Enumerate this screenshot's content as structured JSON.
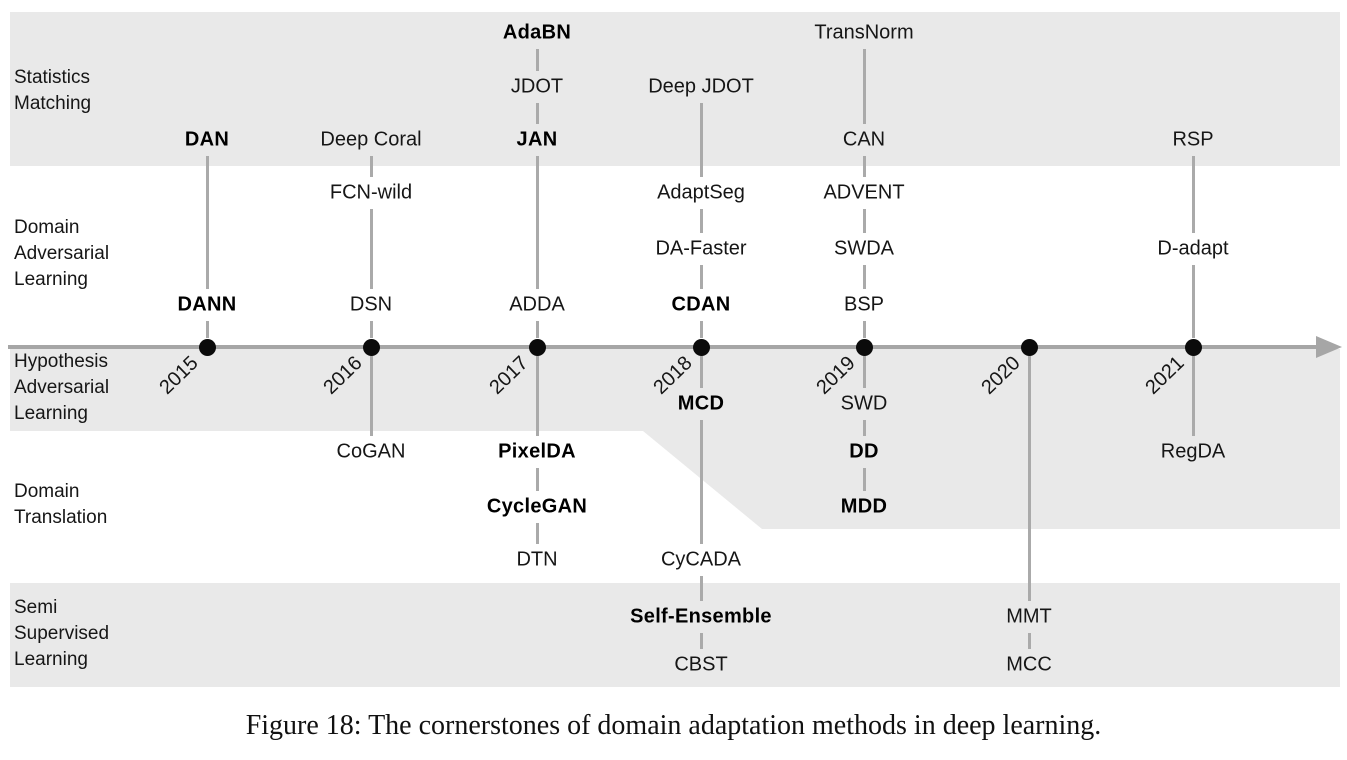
{
  "figure": {
    "caption": "Figure 18: The cornerstones of domain adaptation methods in deep learning."
  },
  "timeline": {
    "years": [
      "2015",
      "2016",
      "2017",
      "2018",
      "2019",
      "2020",
      "2021"
    ]
  },
  "categories": [
    {
      "id": "statistics-matching",
      "label": "Statistics\nMatching"
    },
    {
      "id": "domain-adversarial-learning",
      "label": "Domain\nAdversarial\nLearning"
    },
    {
      "id": "hypothesis-adversarial-learning",
      "label": "Hypothesis\nAdversarial\nLearning"
    },
    {
      "id": "domain-translation",
      "label": "Domain\nTranslation"
    },
    {
      "id": "semi-supervised-learning",
      "label": "Semi\nSupervised\nLearning"
    }
  ],
  "methods": [
    {
      "label": "AdaBN",
      "year": "2017",
      "row": 0,
      "bold": true
    },
    {
      "label": "TransNorm",
      "year": "2019",
      "row": 0,
      "bold": false
    },
    {
      "label": "JDOT",
      "year": "2017",
      "row": 1,
      "bold": false
    },
    {
      "label": "Deep JDOT",
      "year": "2018",
      "row": 1,
      "bold": false
    },
    {
      "label": "DAN",
      "year": "2015",
      "row": 2,
      "bold": true
    },
    {
      "label": "Deep Coral",
      "year": "2016",
      "row": 2,
      "bold": false
    },
    {
      "label": "JAN",
      "year": "2017",
      "row": 2,
      "bold": true
    },
    {
      "label": "CAN",
      "year": "2019",
      "row": 2,
      "bold": false
    },
    {
      "label": "RSP",
      "year": "2021",
      "row": 2,
      "bold": false
    },
    {
      "label": "FCN-wild",
      "year": "2016",
      "row": 3,
      "bold": false
    },
    {
      "label": "AdaptSeg",
      "year": "2018",
      "row": 3,
      "bold": false
    },
    {
      "label": "ADVENT",
      "year": "2019",
      "row": 3,
      "bold": false
    },
    {
      "label": "DA-Faster",
      "year": "2018",
      "row": 4,
      "bold": false
    },
    {
      "label": "SWDA",
      "year": "2019",
      "row": 4,
      "bold": false
    },
    {
      "label": "D-adapt",
      "year": "2021",
      "row": 4,
      "bold": false
    },
    {
      "label": "DANN",
      "year": "2015",
      "row": 5,
      "bold": true
    },
    {
      "label": "DSN",
      "year": "2016",
      "row": 5,
      "bold": false
    },
    {
      "label": "ADDA",
      "year": "2017",
      "row": 5,
      "bold": false
    },
    {
      "label": "CDAN",
      "year": "2018",
      "row": 5,
      "bold": true
    },
    {
      "label": "BSP",
      "year": "2019",
      "row": 5,
      "bold": false
    },
    {
      "label": "MCD",
      "year": "2018",
      "row": 6,
      "bold": true
    },
    {
      "label": "SWD",
      "year": "2019",
      "row": 6,
      "bold": false
    },
    {
      "label": "CoGAN",
      "year": "2016",
      "row": 7,
      "bold": false
    },
    {
      "label": "PixelDA",
      "year": "2017",
      "row": 7,
      "bold": true
    },
    {
      "label": "DD",
      "year": "2019",
      "row": 7,
      "bold": true
    },
    {
      "label": "RegDA",
      "year": "2021",
      "row": 7,
      "bold": false
    },
    {
      "label": "CycleGAN",
      "year": "2017",
      "row": 8,
      "bold": true
    },
    {
      "label": "MDD",
      "year": "2019",
      "row": 8,
      "bold": true
    },
    {
      "label": "DTN",
      "year": "2017",
      "row": 9,
      "bold": false
    },
    {
      "label": "CyCADA",
      "year": "2018",
      "row": 9,
      "bold": false
    },
    {
      "label": "Self-Ensemble",
      "year": "2018",
      "row": 10,
      "bold": true
    },
    {
      "label": "MMT",
      "year": "2020",
      "row": 10,
      "bold": false
    },
    {
      "label": "CBST",
      "year": "2018",
      "row": 11,
      "bold": false
    },
    {
      "label": "MCC",
      "year": "2020",
      "row": 11,
      "bold": false
    }
  ],
  "colors": {
    "band": "#e9e9e9",
    "axis": "#a6a6a6",
    "connector": "#aaaaaa",
    "dot": "#0b0b0b",
    "text": "#161616"
  }
}
